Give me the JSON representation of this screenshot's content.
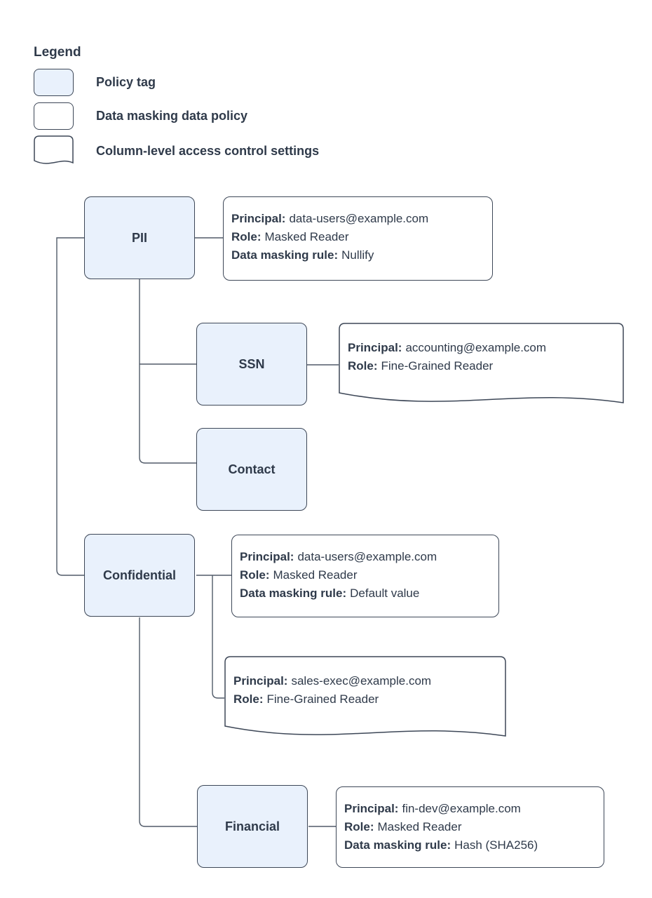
{
  "colors": {
    "background": "#ffffff",
    "tag_fill": "#e9f1fc",
    "box_border": "#3d4757",
    "text": "#2f3a4a",
    "connector": "#505a68"
  },
  "legend": {
    "title": "Legend",
    "items": [
      {
        "shape": "policy-tag",
        "label": "Policy tag"
      },
      {
        "shape": "data-masking-data-policy",
        "label": "Data masking data policy"
      },
      {
        "shape": "column-level-access-control",
        "label": "Column-level access control settings"
      }
    ]
  },
  "tags": {
    "pii": {
      "label": "PII"
    },
    "ssn": {
      "label": "SSN"
    },
    "contact": {
      "label": "Contact"
    },
    "confidential": {
      "label": "Confidential"
    },
    "financial": {
      "label": "Financial"
    }
  },
  "policies": {
    "pii_masking": {
      "type": "data-masking-data-policy",
      "lines": [
        {
          "label": "Principal:",
          "value": "data-users@example.com"
        },
        {
          "label": "Role:",
          "value": "Masked Reader"
        },
        {
          "label": "Data masking rule:",
          "value": "Nullify"
        }
      ]
    },
    "ssn_access": {
      "type": "column-level-access-control",
      "lines": [
        {
          "label": "Principal:",
          "value": "accounting@example.com"
        },
        {
          "label": "Role:",
          "value": "Fine-Grained Reader"
        }
      ]
    },
    "confidential_masking": {
      "type": "data-masking-data-policy",
      "lines": [
        {
          "label": "Principal:",
          "value": "data-users@example.com"
        },
        {
          "label": "Role:",
          "value": "Masked Reader"
        },
        {
          "label": "Data masking rule:",
          "value": "Default value"
        }
      ]
    },
    "confidential_access": {
      "type": "column-level-access-control",
      "lines": [
        {
          "label": "Principal:",
          "value": "sales-exec@example.com"
        },
        {
          "label": "Role:",
          "value": "Fine-Grained Reader"
        }
      ]
    },
    "financial_masking": {
      "type": "data-masking-data-policy",
      "lines": [
        {
          "label": "Principal:",
          "value": "fin-dev@example.com"
        },
        {
          "label": "Role:",
          "value": "Masked Reader"
        },
        {
          "label": "Data masking rule:",
          "value": "Hash (SHA256)"
        }
      ]
    }
  }
}
